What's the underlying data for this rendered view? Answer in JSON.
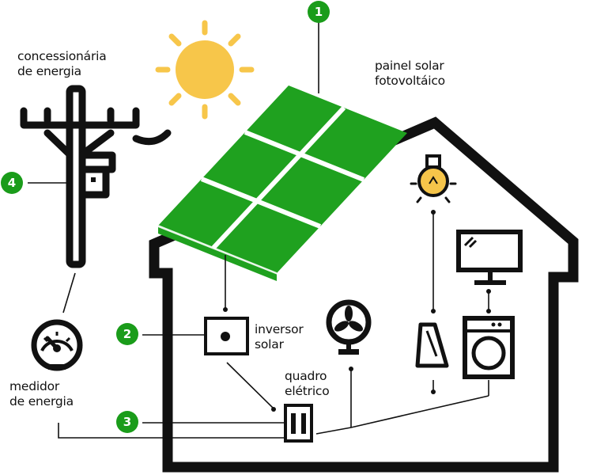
{
  "colors": {
    "badge": "#1a9c1a",
    "panel": "#1fa11f",
    "sun": "#f7c64a",
    "bulb": "#f6c54a",
    "outline": "#111111"
  },
  "badges": [
    "1",
    "2",
    "3",
    "4"
  ],
  "labels": {
    "solar_panel": [
      "painel solar",
      "fotovoltáico"
    ],
    "utility": [
      "concessionária",
      "de energia"
    ],
    "inverter": [
      "inversor",
      "solar"
    ],
    "panel_board": [
      "quadro",
      "elétrico"
    ],
    "meter": [
      "medidor",
      "de energia"
    ]
  },
  "icons": [
    "sun-icon",
    "utility-pole-icon",
    "energy-meter-icon",
    "light-bulb-icon",
    "monitor-icon",
    "fan-icon",
    "iron-icon",
    "washing-machine-icon",
    "inverter-icon",
    "breaker-box-icon",
    "solar-panel-icon",
    "house-outline"
  ]
}
